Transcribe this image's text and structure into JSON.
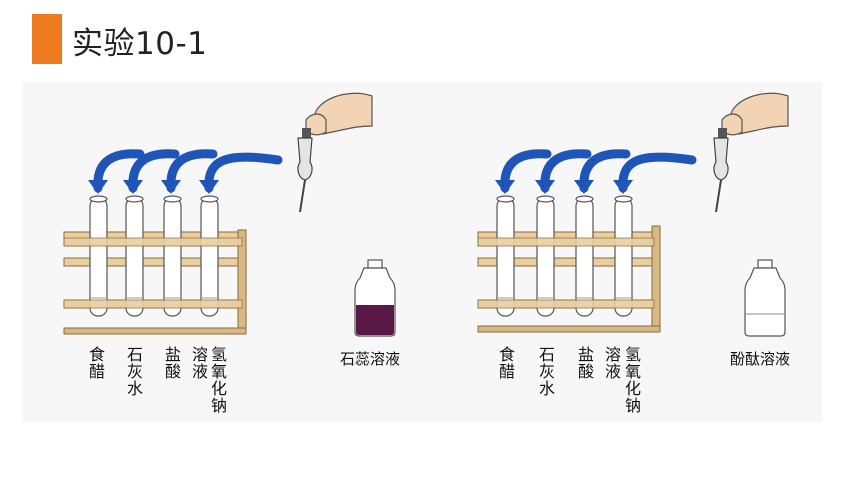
{
  "title": "实验10-1",
  "colors": {
    "accent": "#ef7b21",
    "arrow": "#1f55b8",
    "rack": "#e9cfa0",
    "litmus": "#5a1847"
  },
  "left_setup": {
    "tube_labels": [
      "食醋",
      "石灰水",
      "盐酸",
      "溶液",
      "氢氧化钠"
    ],
    "bottle_label": "石蕊溶液"
  },
  "right_setup": {
    "tube_labels": [
      "食醋",
      "石灰水",
      "盐酸",
      "溶液",
      "氢氧化钠"
    ],
    "bottle_label": "酚酞溶液"
  }
}
